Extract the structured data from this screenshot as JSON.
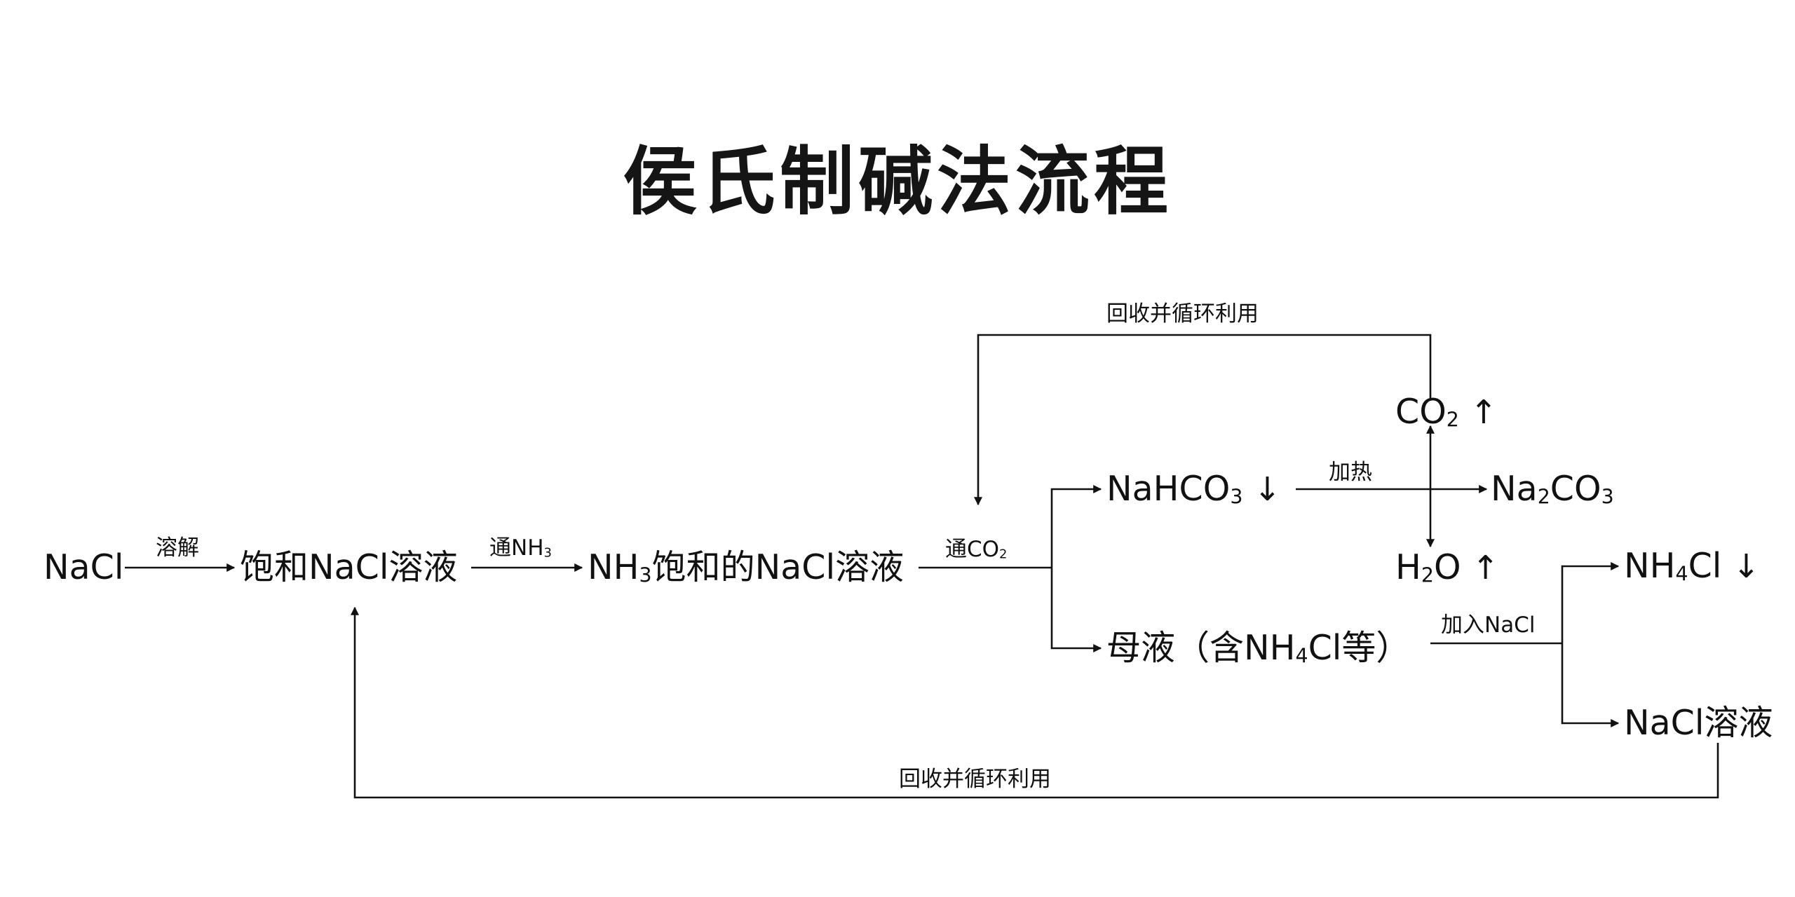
{
  "title": "侯氏制碱法流程",
  "nodes": {
    "nacl": "NaCl",
    "sat_nacl": "饱和NaCl溶液",
    "nh3_sat_prefix": "NH",
    "nh3_sat_sub": "3",
    "nh3_sat_suffix": "饱和的NaCl溶液",
    "nahco3_prefix": "NaHCO",
    "nahco3_sub": "3",
    "nahco3_arrow": "↓",
    "co2_prefix": "CO",
    "co2_sub": "2",
    "co2_arrow": "↑",
    "na2co3_a": "Na",
    "na2co3_sub1": "2",
    "na2co3_b": "CO",
    "na2co3_sub2": "3",
    "h2o_a": "H",
    "h2o_sub": "2",
    "h2o_b": "O",
    "h2o_arrow": "↑",
    "mother_prefix": "母液（含NH",
    "mother_sub": "4",
    "mother_suffix": "Cl等）",
    "nh4cl_prefix": "NH",
    "nh4cl_sub": "4",
    "nh4cl_suffix": "Cl",
    "nh4cl_arrow": "↓",
    "nacl_solution": "NaCl溶液"
  },
  "labels": {
    "dissolve": "溶解",
    "pass_nh3_prefix": "通NH",
    "pass_nh3_sub": "3",
    "pass_co2_prefix": "通CO",
    "pass_co2_sub": "2",
    "heat": "加热",
    "add_nacl": "加入NaCl",
    "recycle_top": "回收并循环利用",
    "recycle_bottom": "回收并循环利用"
  }
}
